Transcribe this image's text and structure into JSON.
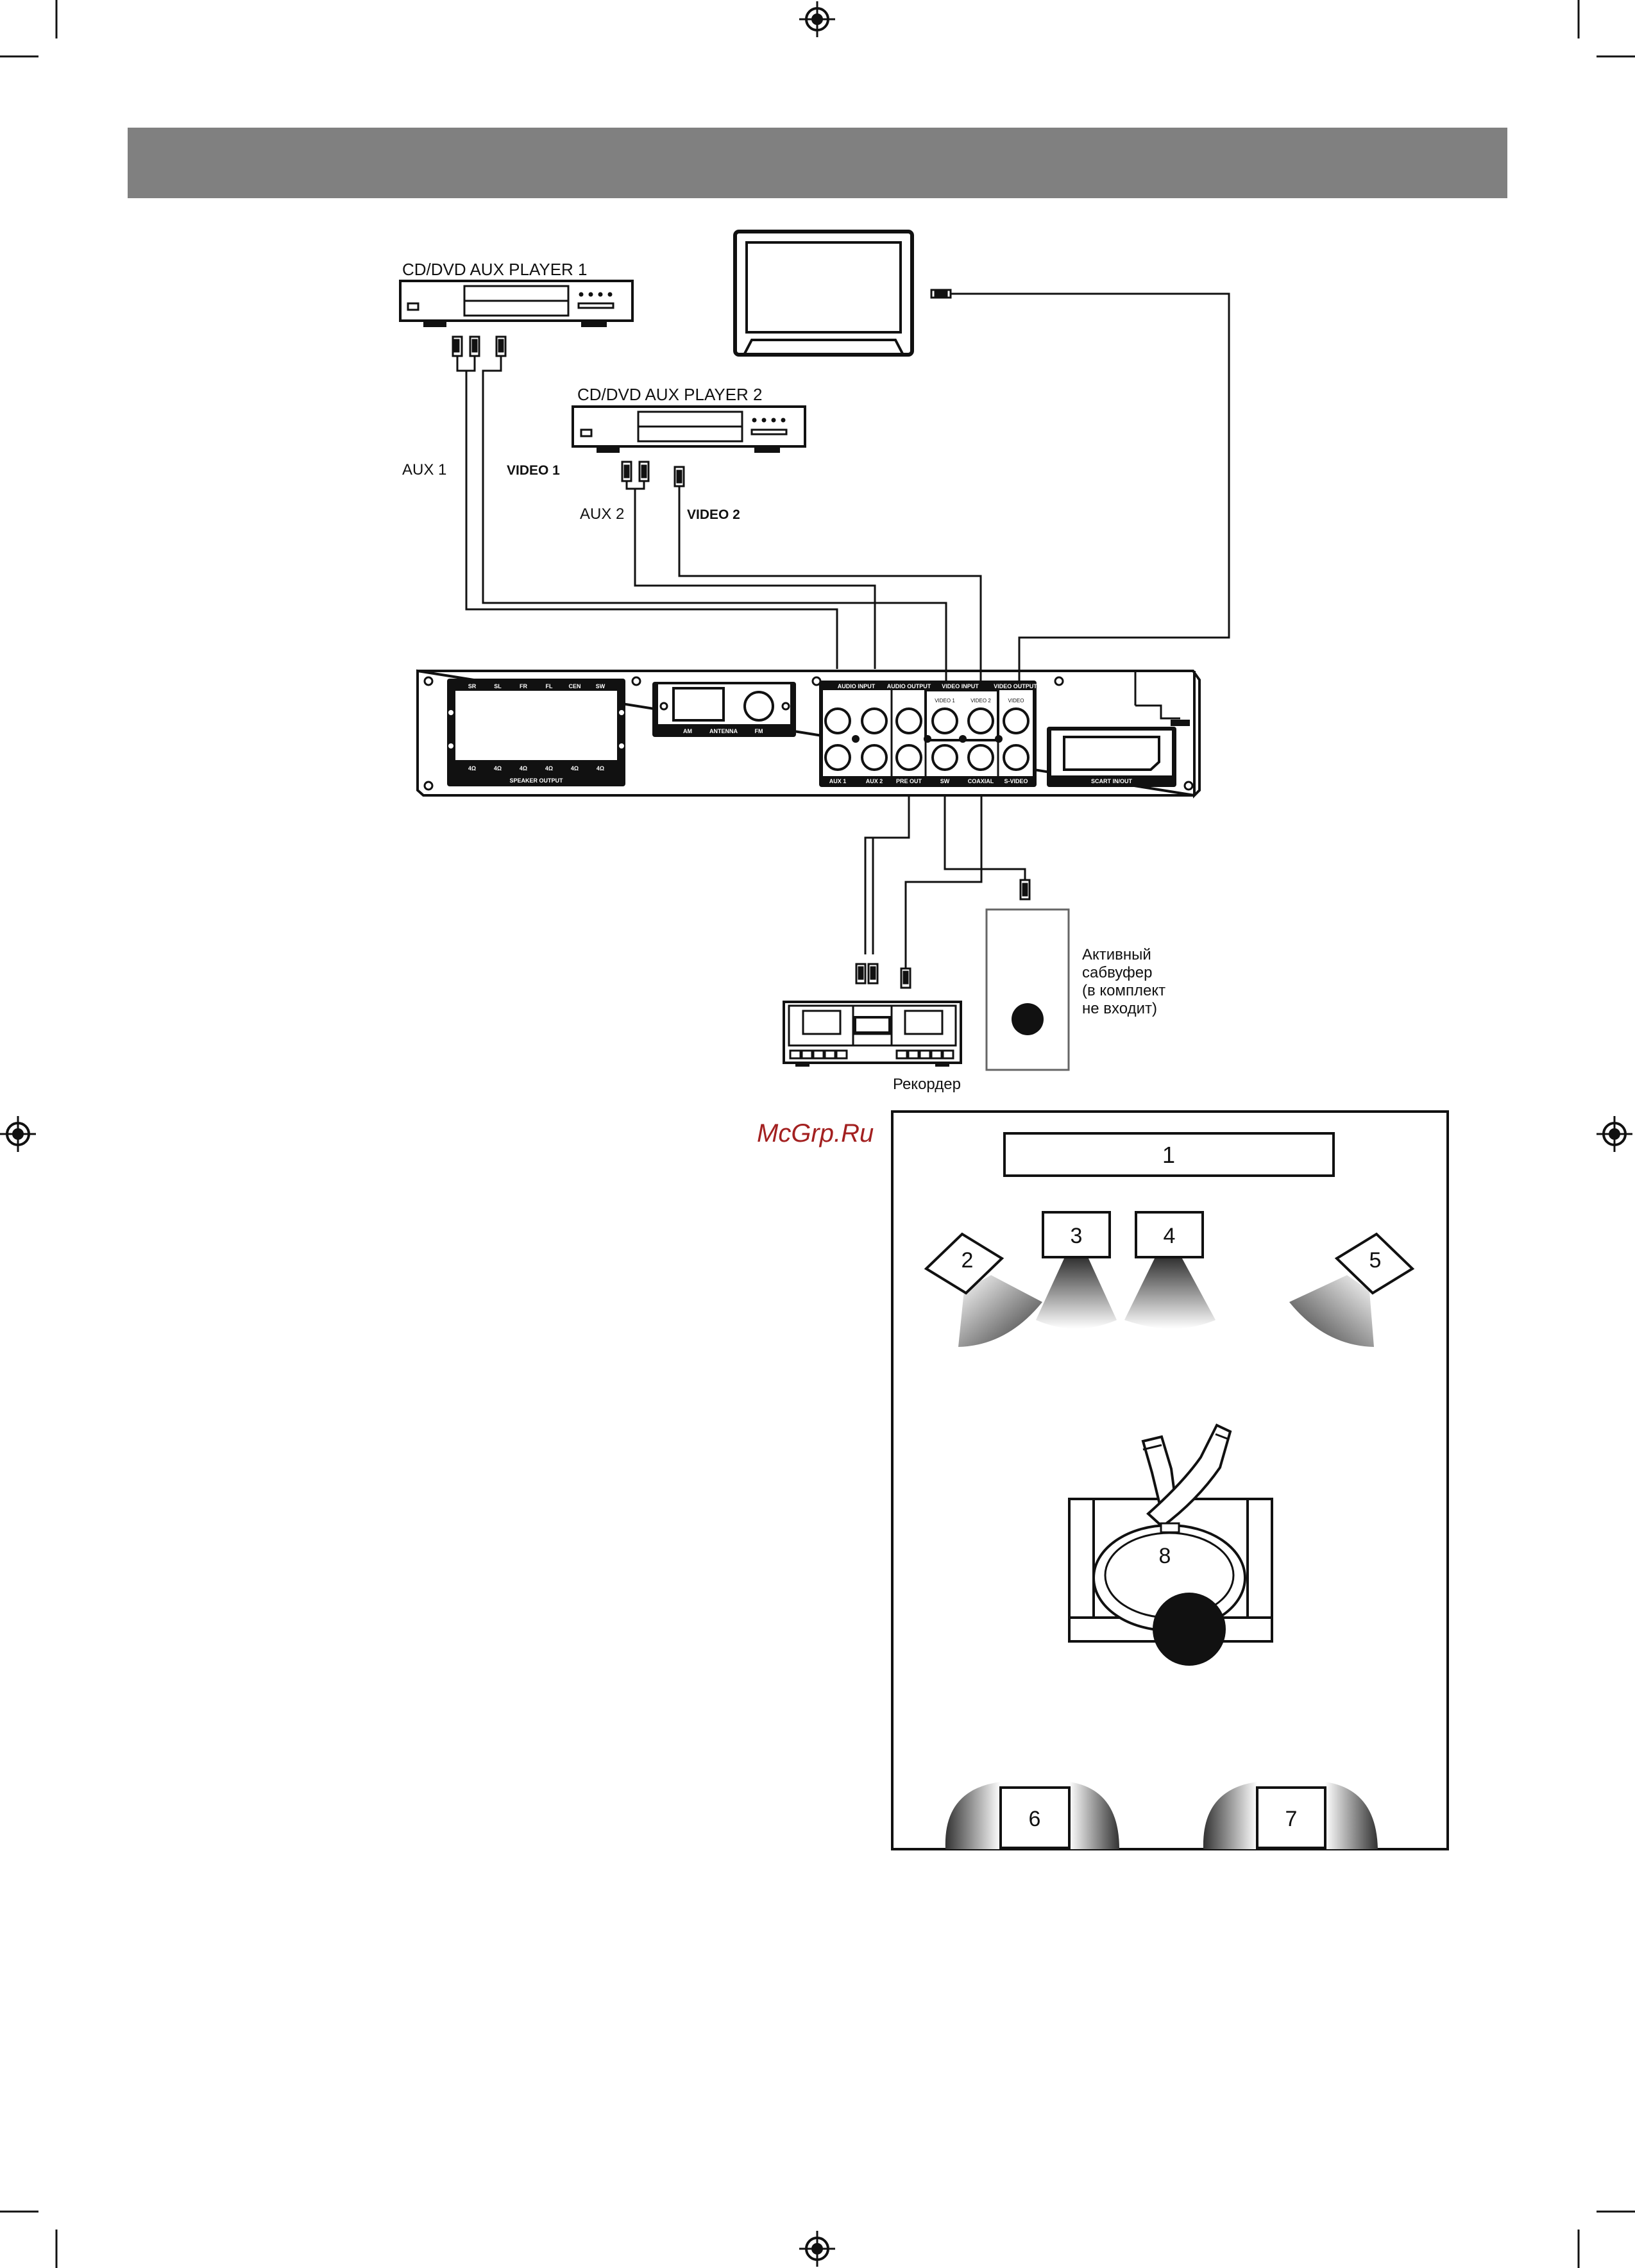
{
  "colors": {
    "header_band": "#808080",
    "ink": "#111111",
    "white": "#ffffff"
  },
  "devices": {
    "player1": "CD/DVD AUX PLAYER 1",
    "player2": "CD/DVD AUX PLAYER 2"
  },
  "cables": {
    "aux1": "AUX 1",
    "video1": "VIDEO 1",
    "aux2": "AUX 2",
    "video2": "VIDEO 2"
  },
  "rear_panel": {
    "speaker_terminals": [
      "SR",
      "SL",
      "FR",
      "FL",
      "CEN",
      "SW"
    ],
    "impedance": [
      "4Ω",
      "4Ω",
      "4Ω",
      "4Ω",
      "4Ω",
      "4Ω"
    ],
    "speaker_output": "SPEAKER OUTPUT",
    "antenna_am": "AM",
    "antenna": "ANTENNA",
    "antenna_fm": "FM",
    "audio_input": "AUDIO INPUT",
    "audio_output": "AUDIO OUTPUT",
    "video_input": "VIDEO INPUT",
    "video_output": "VIDEO OUTPUT",
    "video1_jack": "VIDEO 1",
    "video2_jack": "VIDEO 2",
    "video_jack": "VIDEO",
    "aux1_jack": "AUX 1",
    "aux2_jack": "AUX 2",
    "pre_out": "PRE OUT",
    "sw": "SW",
    "coaxial": "COAXIAL",
    "s_video": "S-VIDEO",
    "scart": "SCART IN/OUT"
  },
  "subwoofer_label": [
    "Активный",
    "сабвуфер",
    "(в комплект",
    "не входит)"
  ],
  "recorder_label": "Рекордер",
  "watermark": "McGrp.Ru",
  "room": {
    "positions": [
      "1",
      "2",
      "3",
      "4",
      "5",
      "6",
      "7",
      "8"
    ]
  }
}
